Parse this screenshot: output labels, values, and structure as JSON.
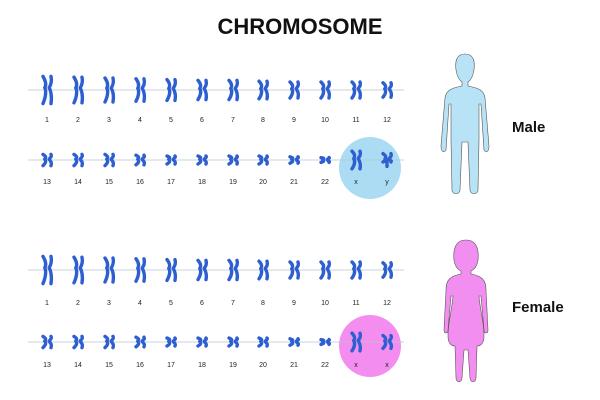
{
  "title": "CHROMOSOME",
  "colors": {
    "chromosome": "#2e5fd0",
    "line": "#b7c4d2",
    "male_highlight": "#abdcf3",
    "female_highlight": "#f38ef0",
    "male_figure": "#b8e2f6",
    "female_figure": "#f28ef0",
    "figure_outline": "#555555"
  },
  "panels": [
    {
      "label": "Male",
      "icon": "male-silhouette-icon",
      "row1": [
        "1",
        "2",
        "3",
        "4",
        "5",
        "6",
        "7",
        "8",
        "9",
        "10",
        "11",
        "12"
      ],
      "row2": [
        "13",
        "14",
        "15",
        "16",
        "17",
        "18",
        "19",
        "20",
        "21",
        "22",
        "x",
        "y"
      ]
    },
    {
      "label": "Female",
      "icon": "female-silhouette-icon",
      "row1": [
        "1",
        "2",
        "3",
        "4",
        "5",
        "6",
        "7",
        "8",
        "9",
        "10",
        "11",
        "12"
      ],
      "row2": [
        "13",
        "14",
        "15",
        "16",
        "17",
        "18",
        "19",
        "20",
        "21",
        "22",
        "x",
        "x"
      ]
    }
  ]
}
